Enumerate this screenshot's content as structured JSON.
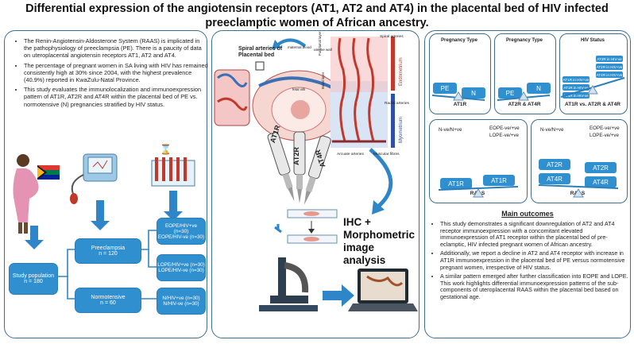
{
  "title": "Differential expression of the angiotensin receptors (AT1, AT2 and AT4) in the placental bed of HIV infected preeclamptic women of African ancestry.",
  "intro_bullets": [
    "The Renin-Angiotensin-Aldosterone System (RAAS) is implicated in the pathophysiology of preeclampsia (PE). There is a paucity of data on uteroplacental angiotensin receptors AT1, AT2 and AT4.",
    "The percentage of pregnant women in SA living with HIV has remained consistently high at 30% since 2004, with the highest prevalence (40.9%) reported in KwaZulu-Natal Province.",
    "This study evaluates the immunolocalization and immunoexpression pattern of AT1R, AT2R and AT4R within the placental bed of PE vs. normotensive (N) pregnancies stratified by HIV status."
  ],
  "flow": {
    "study_population": "Study population",
    "study_n": "n = 180",
    "preeclampsia": "Preeclampsia",
    "preeclampsia_n": "n = 120",
    "normotensive": "Normotensive",
    "normotensive_n": "n = 60",
    "eope_hiv_pos": "EOPE/HIV+ve (n=30)",
    "eope_hiv_neg": "EOPE/HIV-ve (n=30)",
    "lope_hiv_pos": "LOPE/HIV+ve (n=30)",
    "lope_hiv_neg": "LOPE/HIV-ve (n=30)",
    "n_hiv_pos": "N/HIV+ve (n=30)",
    "n_hiv_neg": "N/HIV-ve (n=30)"
  },
  "anatomy": {
    "spiral_arteries": "Spiral arteries of Placental bed",
    "maternal_blood": "maternal blood",
    "uterine_wall": "uterine wall",
    "fetal_villi": "fetal villi",
    "spiral_arteries_right": "Spiral arteries",
    "functional_layer": "Functional layer",
    "basal_layer": "Basal layer",
    "radial_arteries": "Radial arteries",
    "endometrium": "Endometrium",
    "myometrium": "Myometrium",
    "arcuate_arteries": "Arcuate arteries",
    "muscular_fibres": "Muscular fibres"
  },
  "pipettes": [
    "AT1R",
    "AT2R",
    "AT4R"
  ],
  "ihc_text": "IHC + Morphometric image analysis",
  "seesaws": {
    "preg_type_1": "Pregnancy Type",
    "pe": "PE",
    "n": "N",
    "at1r": "AT1R",
    "preg_type_2": "Pregnancy Type",
    "at2r_at4r": "AT2R & AT4R",
    "hiv_status": "HIV Status",
    "hiv_boxes": [
      "AT1R in HIV+ve",
      "AT1R in HIV-ve",
      "AT4R in HIV-ve",
      "AT2R in HIV-ve",
      "AT2R in HIV+ve",
      "AT4R in HIV+ve"
    ],
    "at1r_vs": "AT1R vs. AT2R & AT4R",
    "n_neg_pos_1": "N-ve/N+ve",
    "eope_1": "EOPE-ve/+ve",
    "lope_1": "LOPE-ve/+ve",
    "raas_1": "RAAS",
    "n_neg_pos_2": "N-ve/N+ve",
    "eope_2": "EOPE-ve/+ve",
    "lope_2": "LOPE-ve/+ve",
    "raas_2": "RAAS",
    "at2r": "AT2R",
    "at4r": "AT4R"
  },
  "outcomes_title": "Main outcomes",
  "outcomes": [
    "This study demonstrates a significant downregulation of AT2 and AT4 receptor immunoexpression with a concomitant elevated immunoexpression of AT1 receptor within the placental bed of pre-eclamptic, HIV infected pregnant women of African ancestry.",
    "Additionally, we report a decline in AT2 and AT4 receptor with increase in AT1R immunoexpression in the placental bed of PE versus normotensive pregnant women, irrespective of HIV status.",
    "A similar pattern emerged after further classification into EOPE and LOPE. This work highlights differential immunoexpression patterns of the sub-components of uteroplacental RAAS within the placental bed based on gestational age."
  ],
  "colors": {
    "accent": "#2f8fcf",
    "border": "#3f6f8e",
    "arrow": "#2e86c9"
  }
}
